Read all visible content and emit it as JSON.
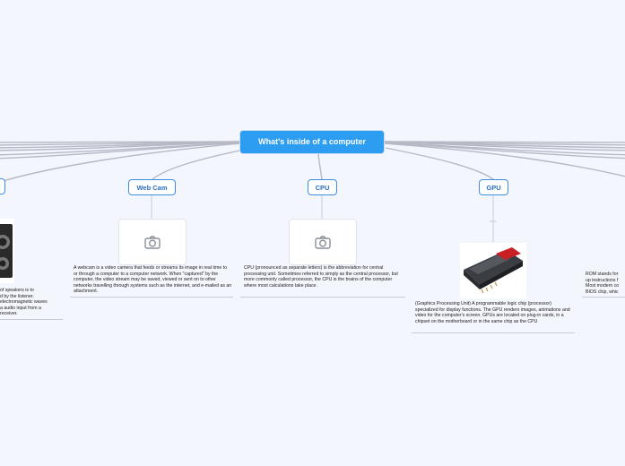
{
  "root": {
    "title": "What's inside of a computer"
  },
  "nodes": {
    "webcam": {
      "label": "Web Cam",
      "image_icon": "camera-icon",
      "description": "A webcam is a video camera that feeds or streams its image in real time to or through a computer to a computer network. When \"captured\" by the computer, the video stream may be saved, viewed or sent on to other networks travelling through systems such as the internet, and e-mailed as an attachment."
    },
    "cpu": {
      "label": "CPU",
      "image_icon": "camera-icon",
      "description": "CPU (pronounced as separate letters) is the abbreviation for central processing unit. Sometimes referred to simply as the central processor, but more commonly called processor, the CPU is the brains of the computer where most calculations take place."
    },
    "gpu": {
      "label": "GPU",
      "image_icon": "graphics-card-image",
      "description": "(Graphics Processing Unit) A programmable logic chip (processor) specialized for display functions. The GPU renders images, animations and video for the computer's screen. GPUs are located on plug-in cards, in a chipset on the motherboard or in the same chip as the CPU"
    },
    "speakers": {
      "image_icon": "speaker-image",
      "description_lines": [
        "of speakers is to",
        "d by the listener.",
        "electromagnetic waves",
        "a audio input from a",
        "receiver."
      ]
    },
    "rom": {
      "description_lines": [
        "ROM stands for",
        "up instructions f",
        "Most modern co",
        "BIOS chip, whic"
      ]
    }
  },
  "colors": {
    "background": "#f4f6fd",
    "root_fill": "#2d9df2",
    "topic_border": "#3c8fe0",
    "topic_text": "#2b6fc0",
    "link": "#b5b9c4"
  }
}
